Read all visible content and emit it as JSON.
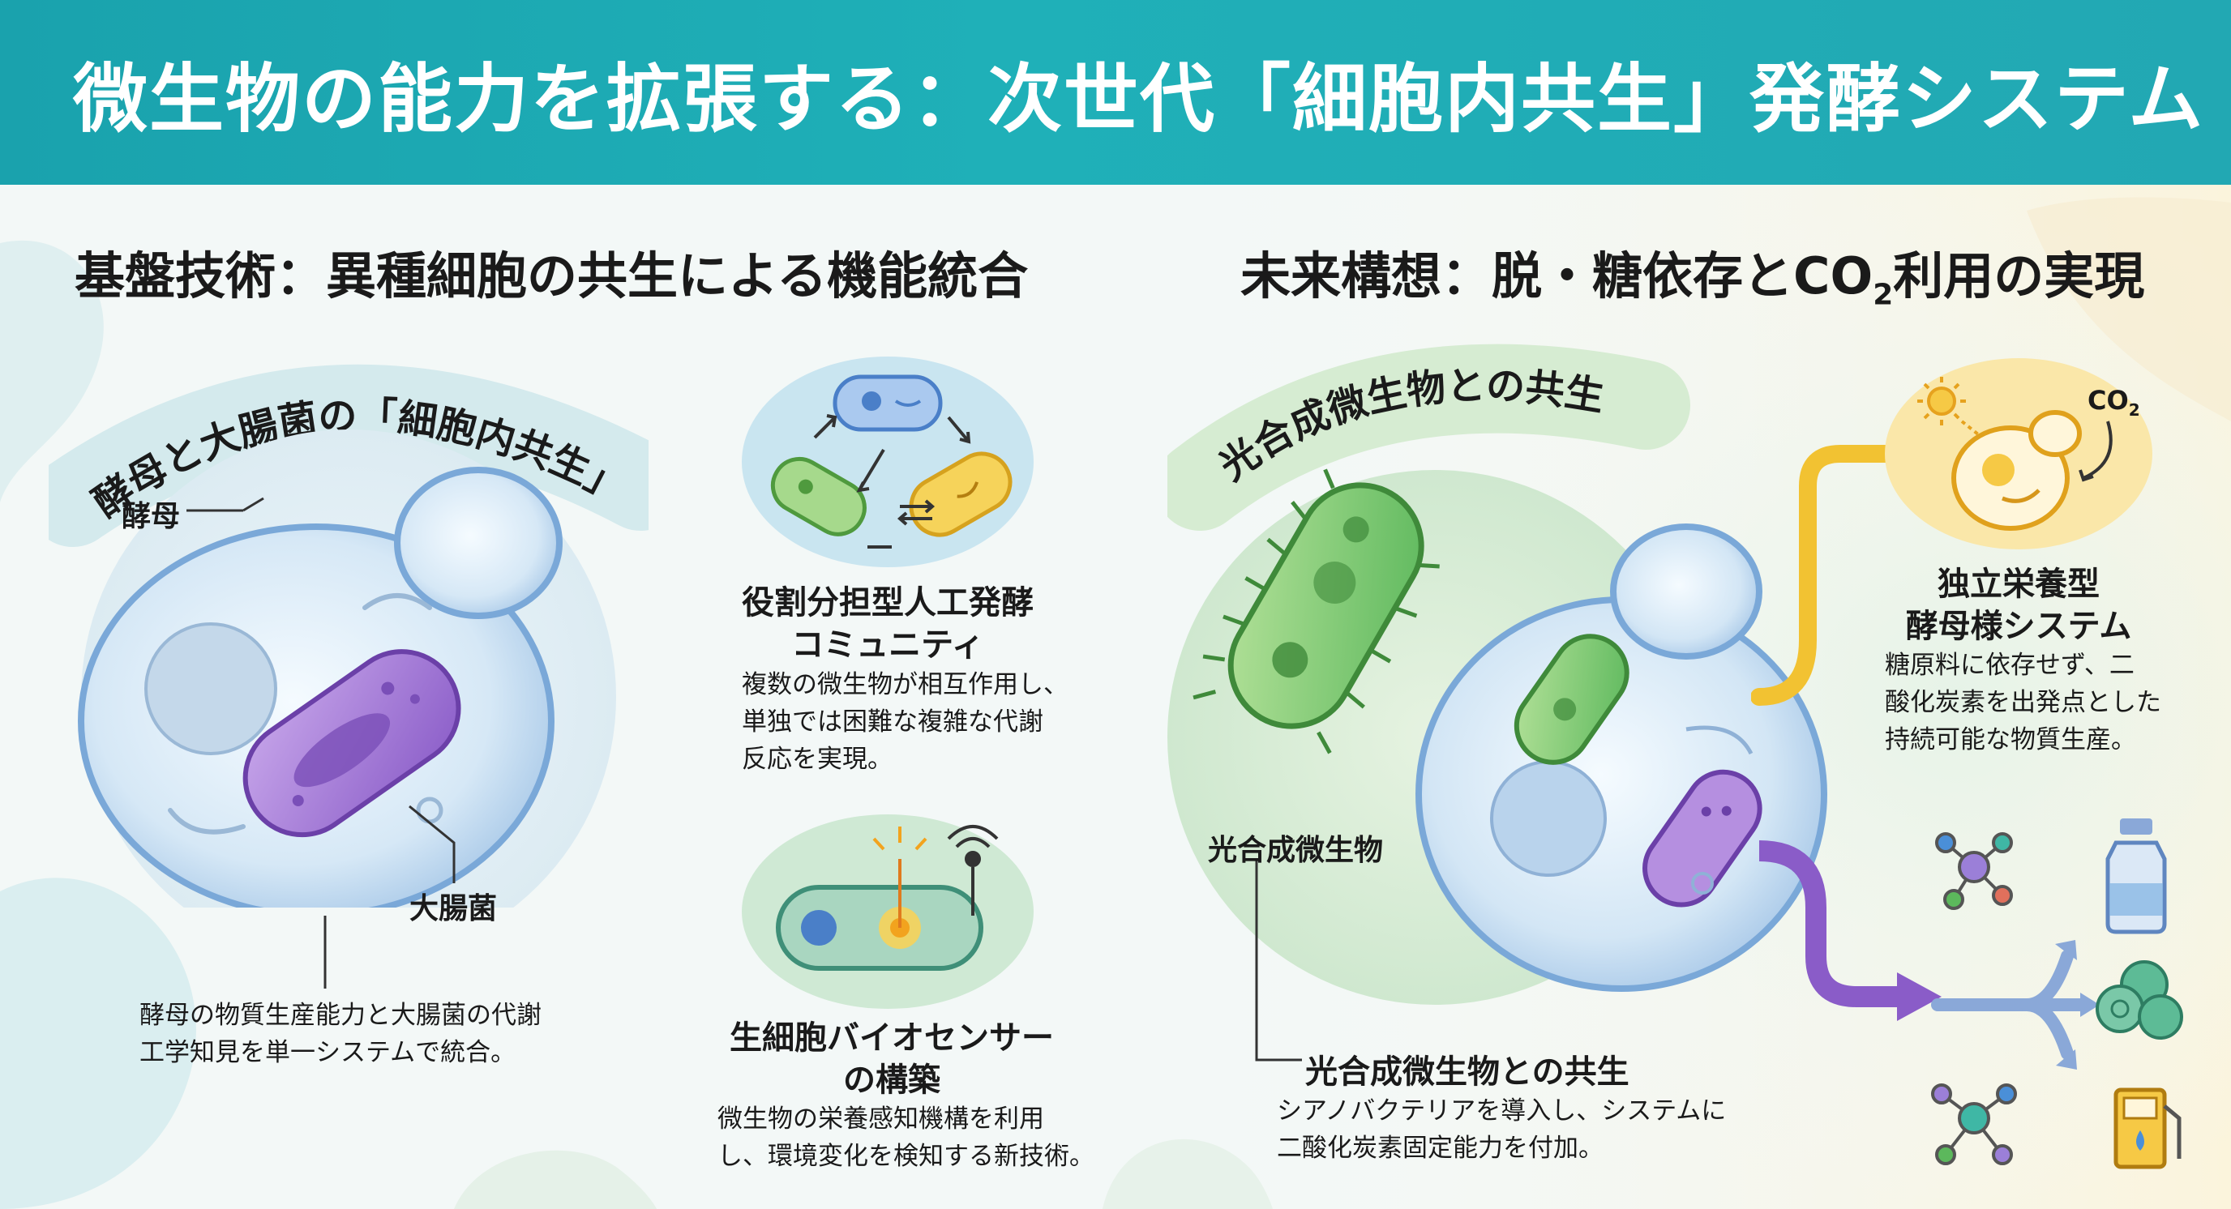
{
  "header": {
    "title": "微生物の能力を拡張する：次世代「細胞内共生」発酵システム"
  },
  "left": {
    "section_title": "基盤技術：異種細胞の共生による機能統合",
    "pill": "酵母と大腸菌の「細胞内共生」",
    "labels": {
      "yeast": "酵母",
      "ecoli": "大腸菌"
    },
    "description_lines": [
      "酵母の物質生産能力と大腸菌の代謝",
      "工学知見を単一システムで統合。"
    ]
  },
  "middle": {
    "community": {
      "title_lines": [
        "役割分担型人工発酵",
        "コミュニティ"
      ],
      "description_lines": [
        "複数の微生物が相互作用し、",
        "単独では困難な複雑な代謝",
        "反応を実現。"
      ]
    },
    "biosensor": {
      "title_lines": [
        "生細胞バイオセンサー",
        "の構築"
      ],
      "description_lines": [
        "微生物の栄養感知機構を利用",
        "し、環境変化を検知する新技術。"
      ]
    }
  },
  "right": {
    "section_title_main": "未来構想：脱・糖依存とCO",
    "section_title_sub": "2",
    "section_title_end": "利用の実現",
    "pill": "光合成微生物との共生",
    "labels": {
      "photosynthetic": "光合成微生物"
    },
    "symbiosis": {
      "title": "光合成微生物との共生",
      "description_lines": [
        "シアノバクテリアを導入し、システムに",
        "二酸化炭素固定能力を付加。"
      ]
    },
    "independent": {
      "title_lines": [
        "独立栄養型",
        "酵母様システム"
      ],
      "description_lines": [
        "糖原料に依存せず、二",
        "酸化炭素を出発点とした",
        "持続可能な物質生産。"
      ]
    },
    "co2_label": "CO",
    "co2_sub": "2"
  },
  "colors": {
    "header": "#1fa9b3",
    "yeast_membrane": "#7aa8d8",
    "ecoli": "#9b6fd0",
    "cyanobacteria": "#5cb85c",
    "yellow_bacteria": "#f2c94c",
    "arrow_yellow": "#f2c232",
    "arrow_purple": "#8a5cc8",
    "arrow_blue": "#8aa8d8"
  },
  "icons": [
    "molecule-icon",
    "bottle-icon",
    "fiber-roll-icon",
    "fuel-pump-icon",
    "sun-icon",
    "antenna-icon",
    "signal-icon"
  ]
}
